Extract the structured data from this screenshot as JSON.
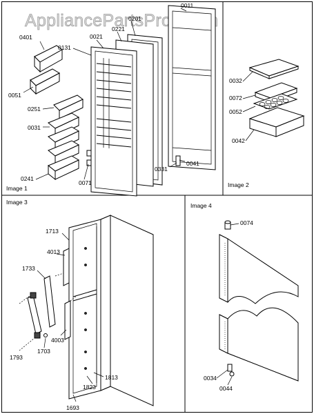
{
  "watermark": "AppliancePartsPros.com",
  "panels": [
    {
      "id": "image-1",
      "label": "Image 1"
    },
    {
      "id": "image-2",
      "label": "Image 2"
    },
    {
      "id": "image-3",
      "label": "Image 3"
    },
    {
      "id": "image-4",
      "label": "Image 4"
    }
  ],
  "parts": {
    "image1": [
      "0011",
      "0201",
      "0221",
      "0021",
      "0131",
      "0401",
      "0051",
      "0251",
      "0031",
      "0241",
      "0071",
      "0331",
      "0041"
    ],
    "image2": [
      "0032",
      "0072",
      "0052",
      "0042"
    ],
    "image3": [
      "1713",
      "4013",
      "1733",
      "4003",
      "1703",
      "1793",
      "1813",
      "1823",
      "1693"
    ],
    "image4": [
      "0074",
      "0034",
      "0044"
    ]
  }
}
